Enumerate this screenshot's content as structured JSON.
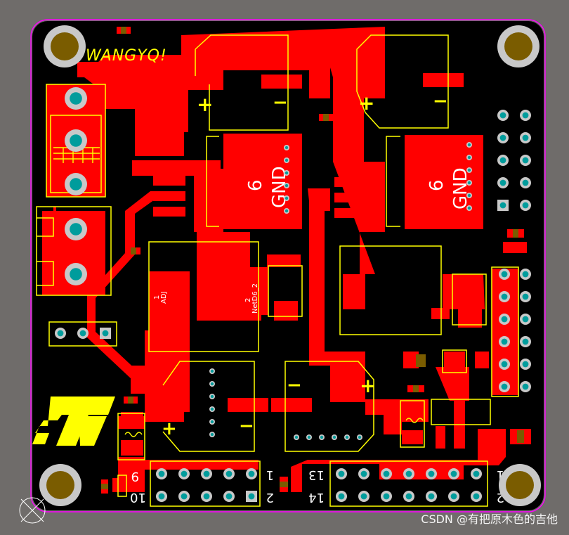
{
  "board": {
    "silk_name": "WANGYQ!",
    "colors": {
      "board": "#000000",
      "copper": "#ff0000",
      "silkscreen": "#ffff00",
      "outline": "#ff00ff",
      "pad_ring": "#c8c8c8",
      "drill": "#009c9c",
      "hole_fill": "#7a5c00",
      "background": "#6f6c6a"
    }
  },
  "regulators": [
    {
      "pin1": "1",
      "pin1_net": "ADJ",
      "pin2": "2",
      "pin2_net": "NetD6_2"
    }
  ],
  "ldos": [
    {
      "tab_number": "6",
      "tab_net": "GND"
    },
    {
      "tab_number": "6",
      "tab_net": "GND"
    }
  ],
  "capacitors": {
    "plus": "+",
    "minus": "−"
  },
  "headers": {
    "left": {
      "pin_left_top": "9",
      "pin_left_bottom": "10",
      "pin_right_top": "1",
      "pin_right_bottom": "2"
    },
    "right": {
      "pin_left_top": "13",
      "pin_left_bottom": "14",
      "pin_right_top": "1",
      "pin_right_bottom": "2"
    }
  },
  "logo": {
    "name": "st-logo"
  },
  "watermark": "CSDN @有把原木色的吉他"
}
